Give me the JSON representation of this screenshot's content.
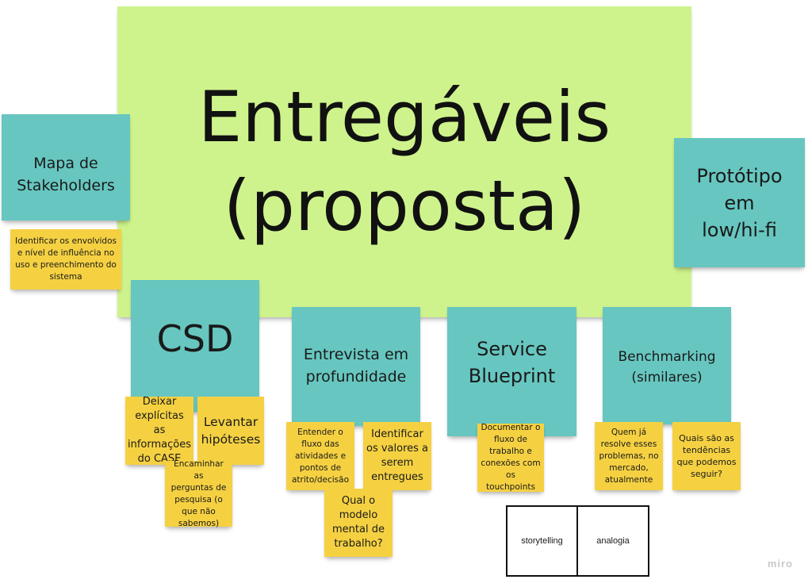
{
  "board": {
    "title": "Entregáveis\n(proposta)",
    "watermark": "miro"
  },
  "teal_notes": {
    "stakeholders": "Mapa de\nStakeholders",
    "prototipo": "Protótipo\nem\nlow/hi-fi",
    "csd": "CSD",
    "entrevista": "Entrevista em\nprofundidade",
    "service_blueprint": "Service\nBlueprint",
    "benchmarking": "Benchmarking\n(similares)"
  },
  "yellow_notes": {
    "stakeholders_desc": "Identificar os envolvidos\ne nível de influência no\nuso e preenchimento do\nsistema",
    "csd_explicitas": "Deixar\nexplícitas as\ninformações\ndo CASE",
    "csd_hipoteses": "Levantar\nhipóteses",
    "csd_perguntas": "Encaminhar as\nperguntas de\npesquisa (o\nque não\nsabemos)",
    "entrevista_fluxo": "Entender o\nfluxo das\natividades e\npontos de\natrito/decisão",
    "entrevista_valores": "Identificar\nos valores a\nserem\nentregues",
    "entrevista_modelo": "Qual o\nmodelo\nmental de\ntrabalho?",
    "blueprint_desc": "Documentar o\nfluxo de\ntrabalho e\nconexões com\nos touchpoints",
    "bench_quem": "Quem já\nresolve esses\nproblemas, no\nmercado,\natualmente",
    "bench_tendencias": "Quais são as\ntendências\nque podemos\nseguir?"
  },
  "boxes": {
    "storytelling": "storytelling",
    "analogia": "analogia"
  }
}
